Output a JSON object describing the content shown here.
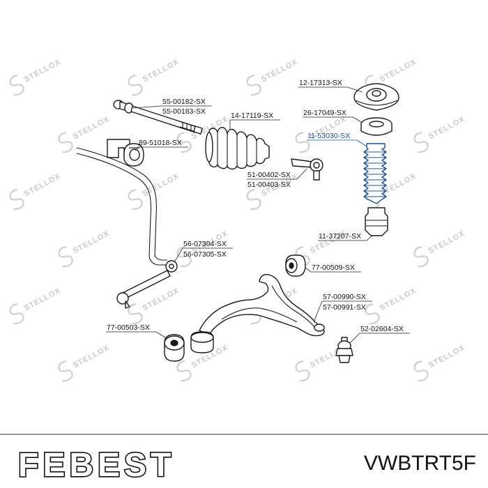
{
  "watermark": {
    "text": "STELLOX"
  },
  "callouts": [
    {
      "id": "12-17313",
      "text": "12-17313-SX"
    },
    {
      "id": "55-00182",
      "text": "55-00182-SX"
    },
    {
      "id": "55-00183",
      "text": "55-00183-SX"
    },
    {
      "id": "26-17049",
      "text": "26-17049-SX"
    },
    {
      "id": "14-17119",
      "text": "14-17119-SX"
    },
    {
      "id": "11-53030",
      "text": "11-53030-SX",
      "highlight": true
    },
    {
      "id": "89-51018",
      "text": "89-51018-SX"
    },
    {
      "id": "51-00402",
      "text": "51-00402-SX"
    },
    {
      "id": "51-00403",
      "text": "51-00403-SX"
    },
    {
      "id": "11-37207",
      "text": "11-37207-SX"
    },
    {
      "id": "56-07304",
      "text": "56-07304-SX"
    },
    {
      "id": "56-07305",
      "text": "56-07305-SX"
    },
    {
      "id": "77-00509",
      "text": "77-00509-SX"
    },
    {
      "id": "57-00990",
      "text": "57-00990-SX"
    },
    {
      "id": "57-00991",
      "text": "57-00991-SX"
    },
    {
      "id": "77-00503",
      "text": "77-00503-SX"
    },
    {
      "id": "52-02604",
      "text": "52-02604-SX"
    }
  ],
  "footer": {
    "brand": "FEBEST",
    "part_code": "VWBTRT5F"
  },
  "colors": {
    "highlight": "#1f4f9a",
    "line": "#222222",
    "watermark": "#c9c9c9"
  }
}
